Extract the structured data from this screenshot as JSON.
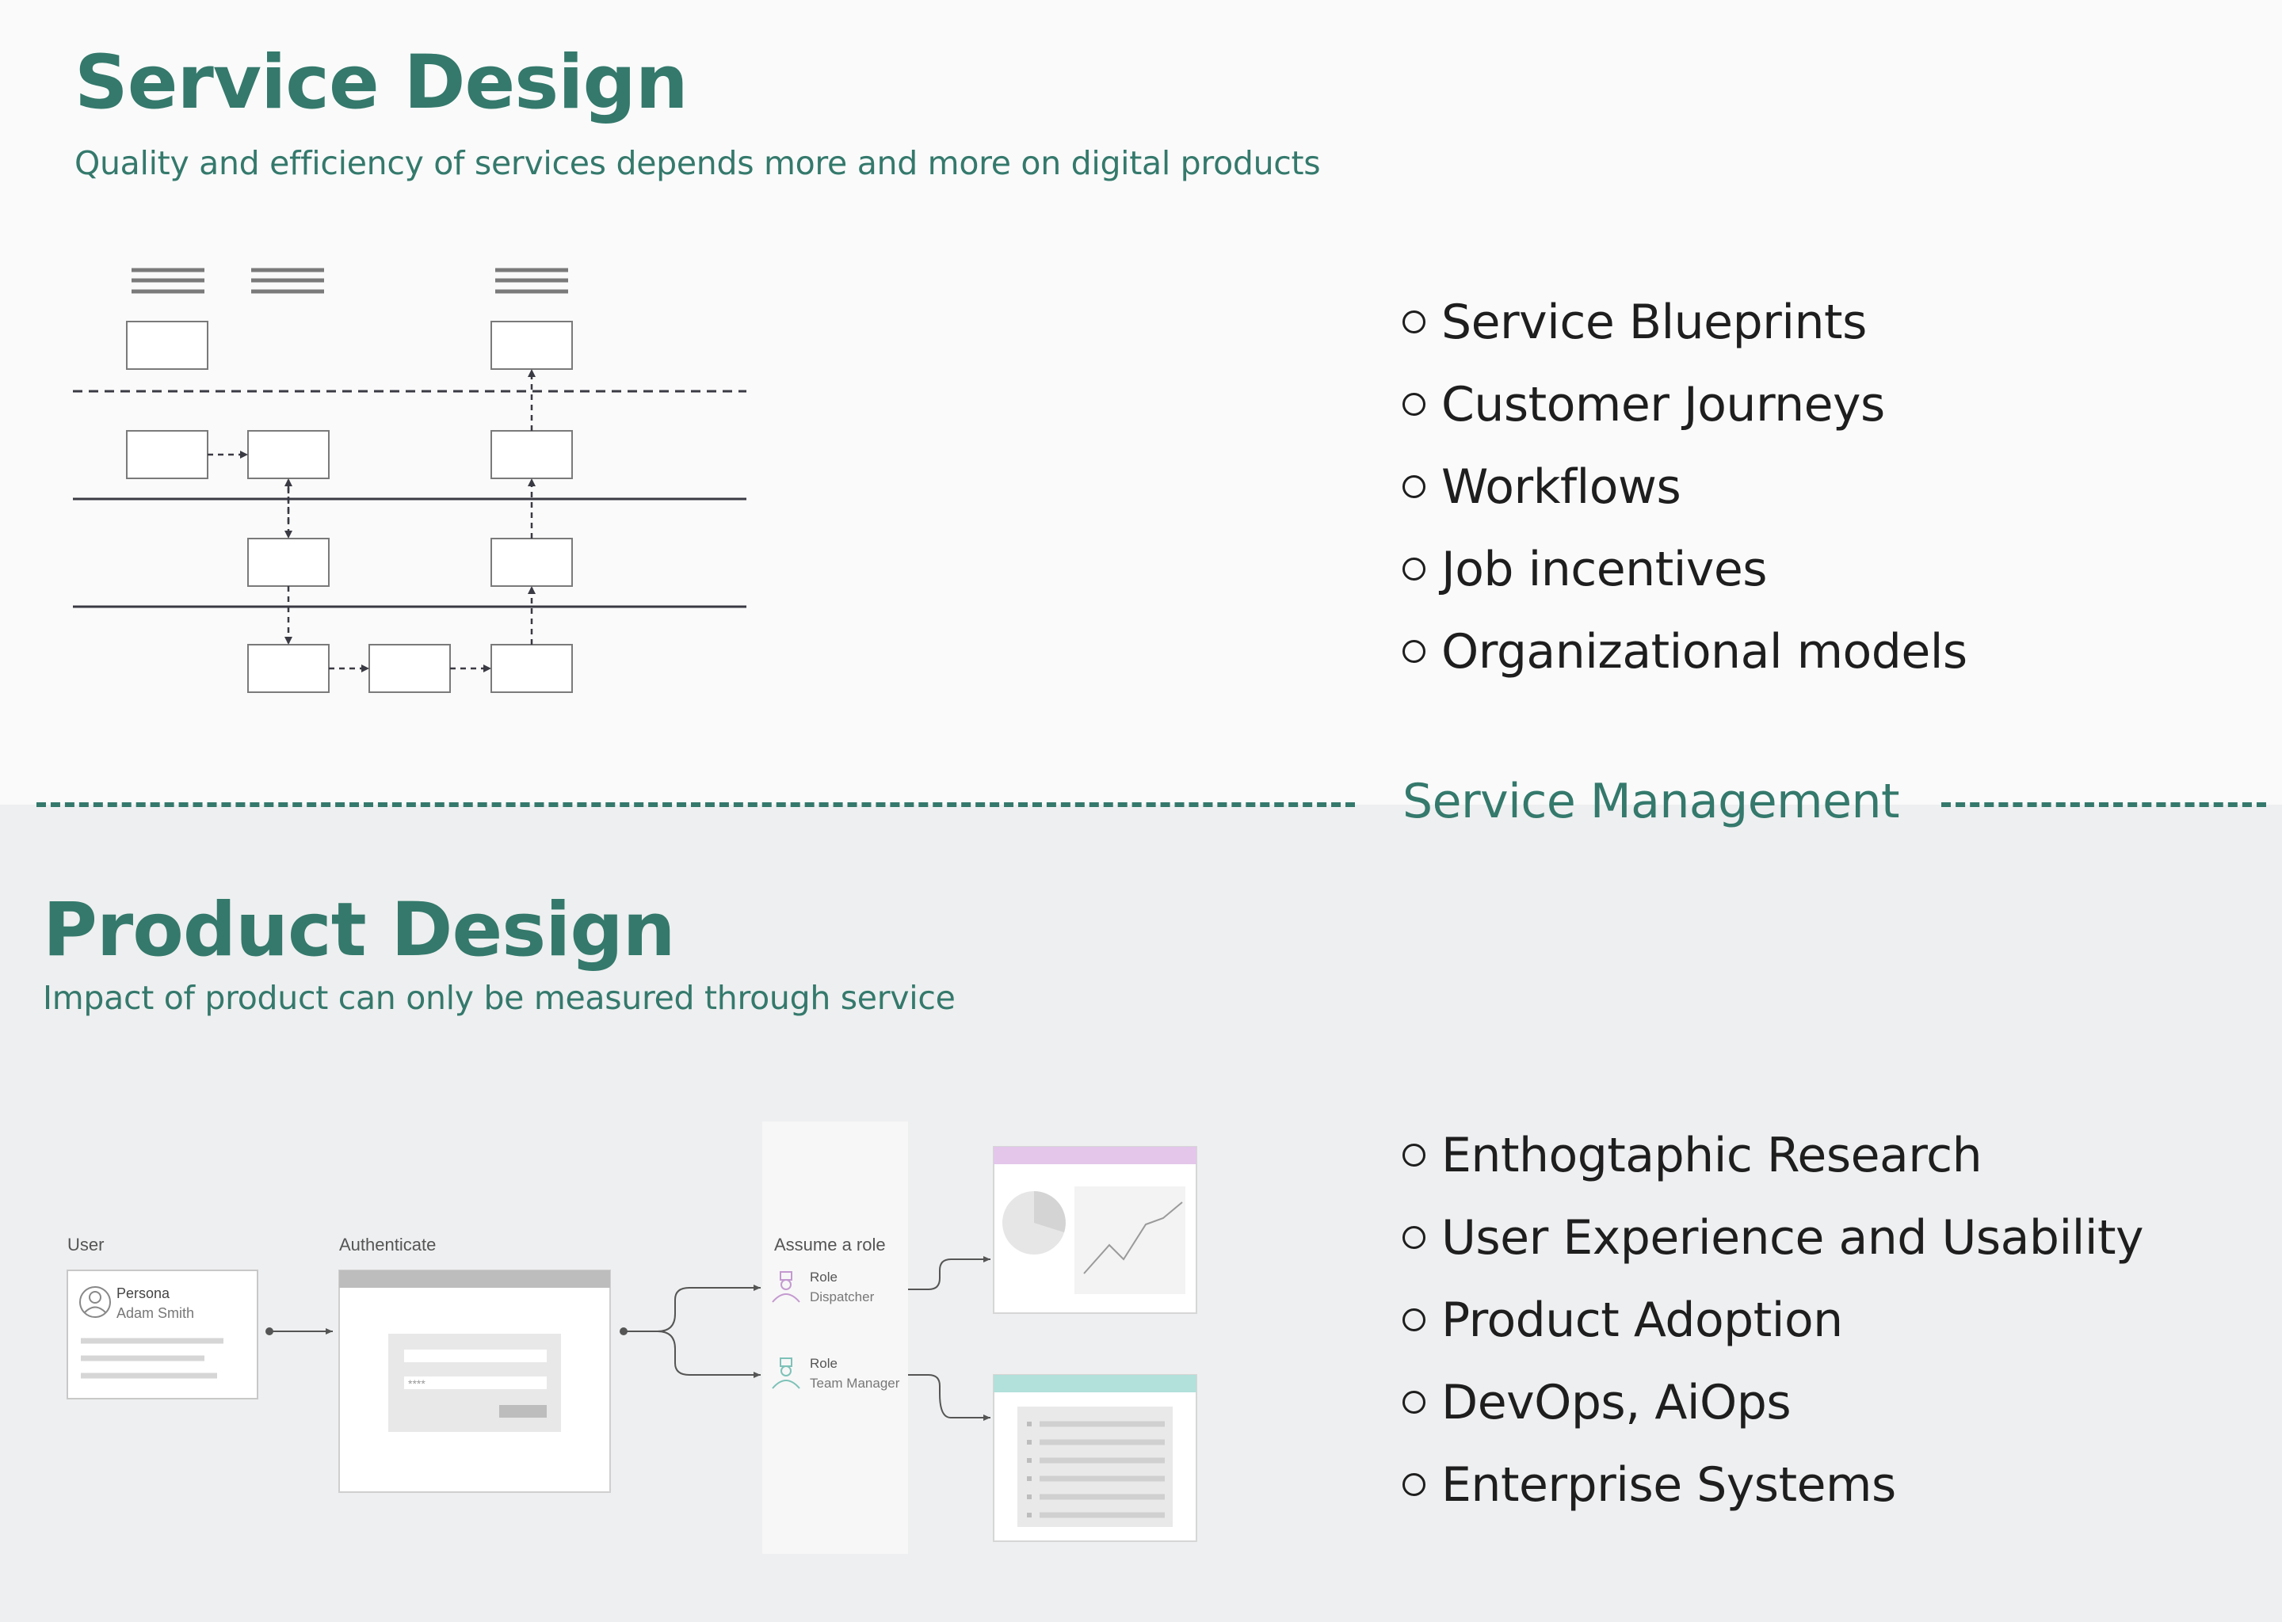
{
  "service_design": {
    "title": "Service Design",
    "subtitle": "Quality and  efficiency of services depends  more and more  on digital  products",
    "items": [
      "Service Blueprints",
      "Customer Journeys",
      "Workflows",
      "Job incentives",
      "Organizational models"
    ]
  },
  "divider": {
    "label": "Service Management"
  },
  "product_design": {
    "title": "Product Design",
    "subtitle": "Impact  of product  can only be measured  through  service",
    "items": [
      "Enthogtaphic Research",
      "User Experience and Usability",
      "Product Adoption",
      "DevOps, AiOps",
      "Enterprise Systems"
    ],
    "flow": {
      "user_label": "User",
      "persona_label": "Persona",
      "persona_name": "Adam Smith",
      "authenticate_label": "Authenticate",
      "password_mask": "****",
      "assume_role_label": "Assume a role",
      "role1_label": "Role",
      "role1_name": "Dispatcher",
      "role2_label": "Role",
      "role2_name": "Team Manager"
    }
  },
  "colors": {
    "accent": "#34796c",
    "text": "#1e1e1e",
    "top_bg": "#fafafa",
    "bottom_bg": "#eeeff0",
    "dispatcher_bar": "#e3c6ea",
    "manager_bar": "#b2e0da"
  }
}
